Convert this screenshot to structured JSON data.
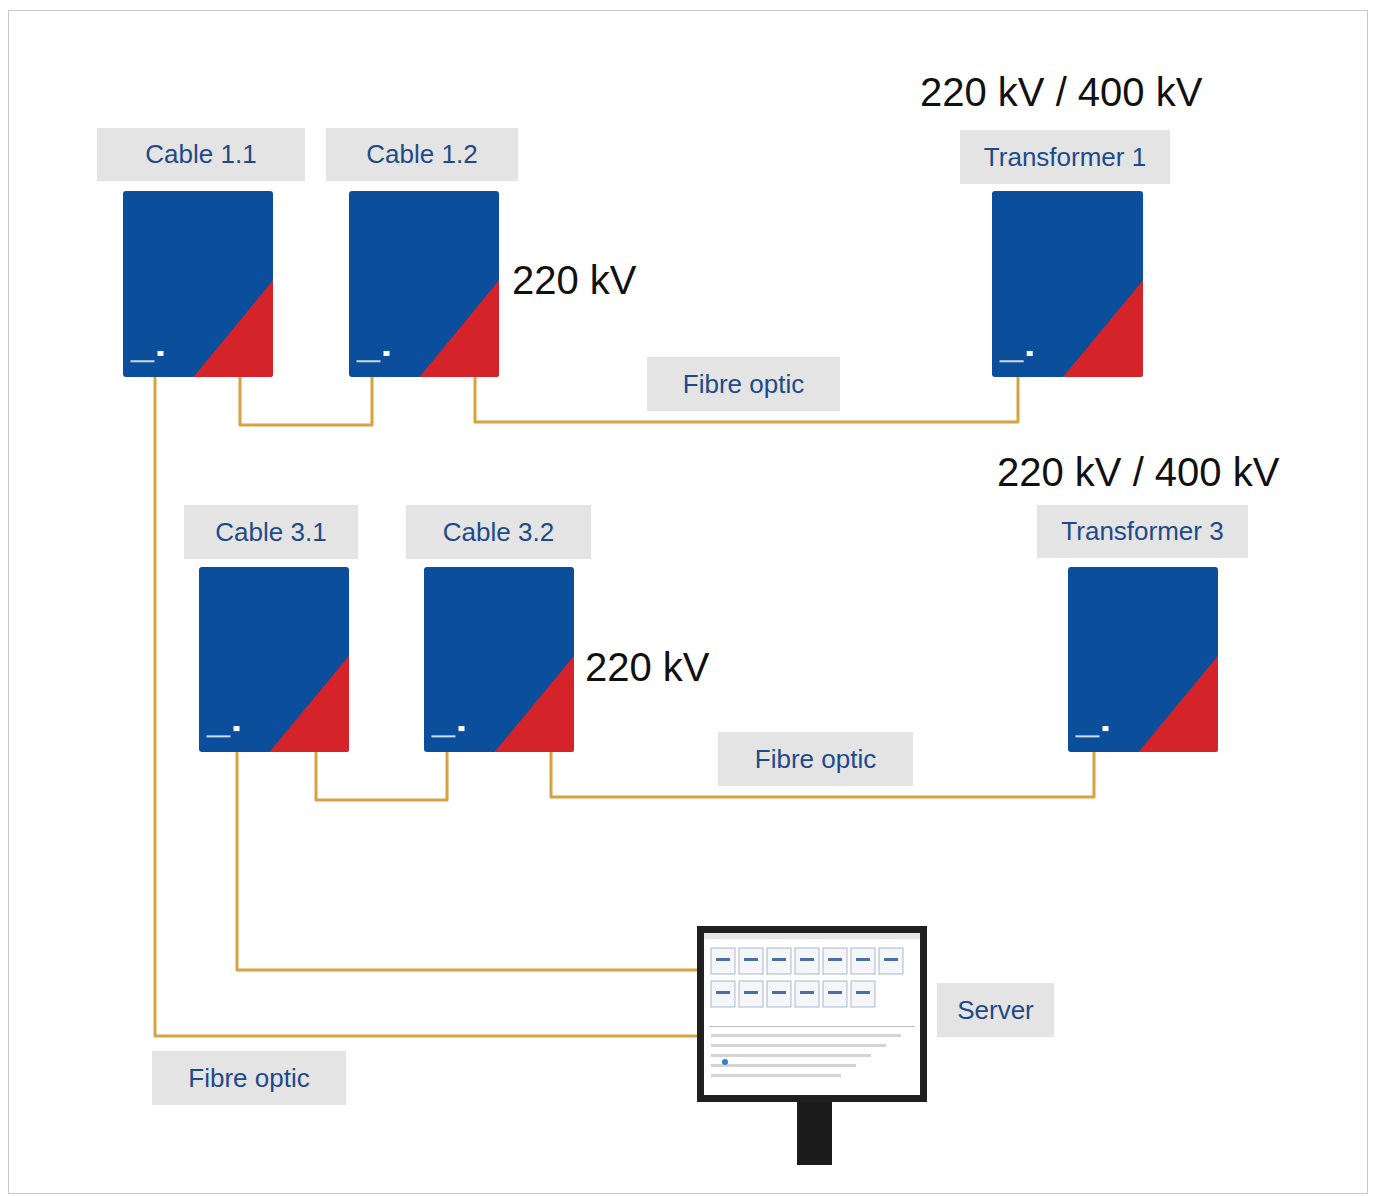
{
  "diagram": {
    "nodes": [
      {
        "text": [
          "Cable 1.1"
        ]
      },
      {
        "text": [
          "Cable 1.2"
        ]
      },
      {
        "text": [
          "Transformer 1"
        ]
      },
      {
        "text": [
          "Cable 3.1"
        ]
      },
      {
        "text": [
          "Cable 3.2"
        ]
      },
      {
        "text": [
          "Transformer 3"
        ]
      },
      {
        "text": [
          "Server"
        ]
      }
    ],
    "edges": [
      {
        "from": 0,
        "to": 1,
        "arrow": "none"
      },
      {
        "from": 1,
        "to": 2,
        "label": "Fibre optic",
        "arrow": "none"
      },
      {
        "from": 3,
        "to": 4,
        "arrow": "none"
      },
      {
        "from": 4,
        "to": 5,
        "label": "Fibre optic",
        "arrow": "none"
      },
      {
        "from": 3,
        "to": 6,
        "arrow": "none"
      },
      {
        "from": 0,
        "to": 6,
        "label": "Fibre optic",
        "arrow": "none"
      }
    ],
    "labels": [
      "220 kV / 400 kV",
      "220 kV",
      "220 kV / 400 kV",
      "220 kV"
    ]
  }
}
